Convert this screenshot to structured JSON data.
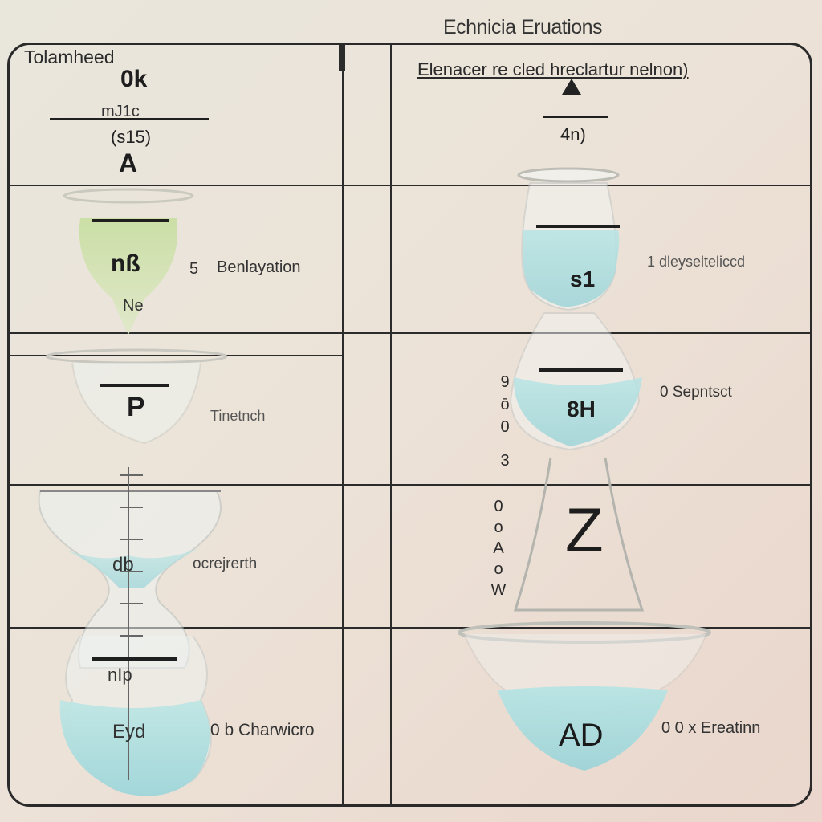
{
  "header": {
    "title": "Echnicia Eruations"
  },
  "left_column": {
    "heading": "Tolamheed",
    "heading_value": "0k",
    "fraction_top": "mJ1c",
    "fraction_bottom": "(s15)",
    "symbol_a": "A",
    "cells": [
      {
        "symbol": "nß",
        "symbol_sub": "Ne",
        "number": "5",
        "label": "Benlayation"
      },
      {
        "symbol": "P",
        "label": "Tinetnch"
      },
      {
        "symbol": "db",
        "label": "ocrejrerth"
      },
      {
        "symbol": "nIp",
        "symbol_sub": "Eyd",
        "label": "0 b Charwicro"
      }
    ]
  },
  "right_column": {
    "heading": "Elenacer re cled hreclartur nelnon)",
    "heading_value": "4n)",
    "cells": [
      {
        "symbol": "s1",
        "label": "1 dleyselteliccd"
      },
      {
        "symbol": "8H",
        "side_marks": [
          "9",
          "ō",
          "0",
          "3"
        ],
        "label": "0 Sepntsct"
      },
      {
        "symbol": "Z",
        "side_marks": [
          "W",
          "o",
          "A",
          "o",
          "0"
        ]
      },
      {
        "symbol": "AD",
        "label": "0 0 x Ereatinn"
      }
    ]
  },
  "colors": {
    "background": "#e9e6dc",
    "grid_line": "#2b2b2b",
    "liquid_blue": "#a9dcdc",
    "liquid_green": "#c9dca0"
  }
}
